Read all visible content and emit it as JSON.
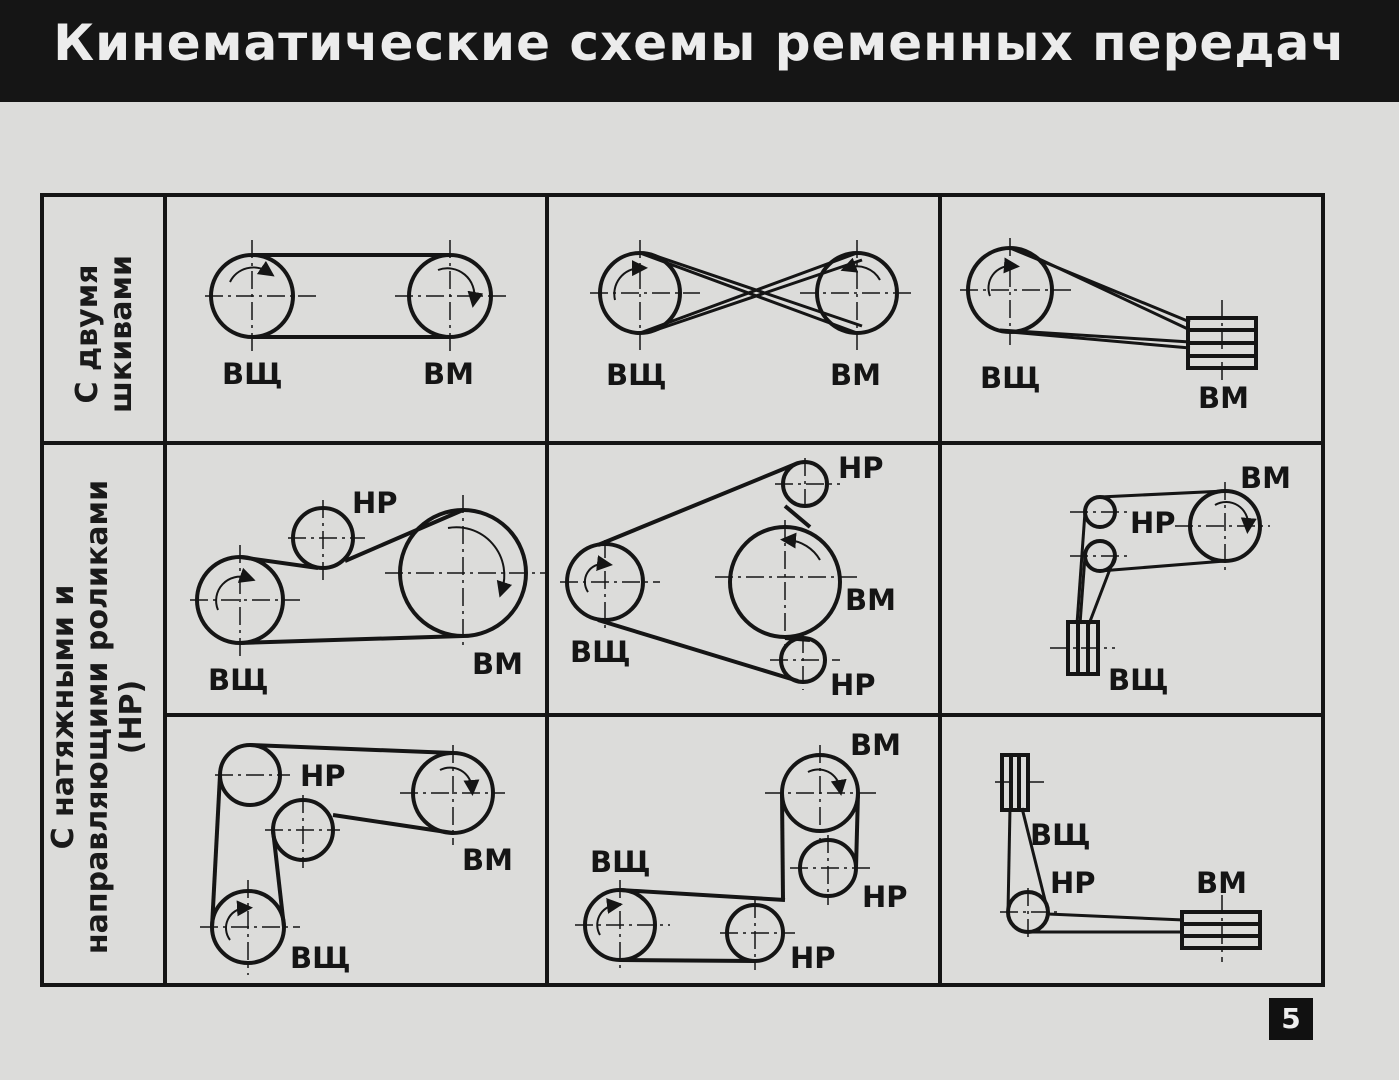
{
  "title": "Кинематические схемы ременных передач",
  "row_labels": {
    "two_pulleys": "С двумя\nшкивами",
    "with_rollers": "С натяжными и\nнаправляющими роликами\n(НР)"
  },
  "labels": {
    "drive": "ВЩ",
    "driven": "ВМ",
    "roller": "НР"
  },
  "page_number": "5",
  "colors": {
    "background": "#dcdcda",
    "header": "#151515",
    "ink": "#151515"
  }
}
